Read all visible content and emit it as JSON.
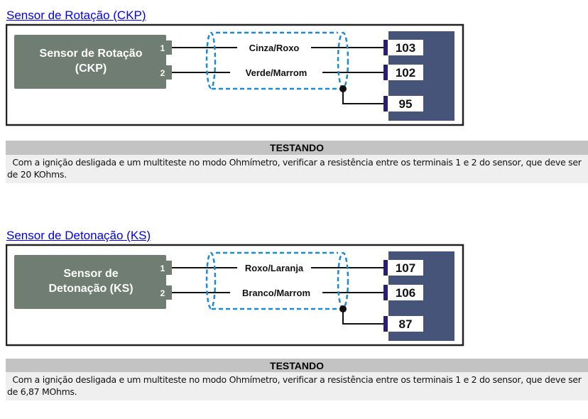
{
  "sections": [
    {
      "title": "Sensor de Rotação (CKP)",
      "sensor_lines": [
        "Sensor de Rotação",
        "(CKP)"
      ],
      "pins": [
        "1",
        "2"
      ],
      "wires": [
        "Cinza/Roxo",
        "Verde/Marrom"
      ],
      "terminals": [
        "103",
        "102",
        "95"
      ],
      "test_header": "TESTANDO",
      "test_text": "Com a ignição desligada e um multiteste no modo Ohmímetro, verificar a resistência entre os terminais 1 e 2 do sensor, que deve ser de 20 KOhms."
    },
    {
      "title": "Sensor de Detonação (KS)",
      "sensor_lines": [
        "Sensor de",
        "Detonação (KS)"
      ],
      "pins": [
        "1",
        "2"
      ],
      "wires": [
        "Roxo/Laranja",
        "Branco/Marrom"
      ],
      "terminals": [
        "107",
        "106",
        "87"
      ],
      "test_header": "TESTANDO",
      "test_text": "Com a ignição desligada e um multiteste no modo Ohmímetro, verificar a resistência entre os terminais 1 e 2 do sensor, que deve ser de 6,87 MOhms."
    }
  ],
  "colors": {
    "sensor": "#6f7d72",
    "connector": "#465479",
    "shield": "#1a8ad4",
    "link": "#0000ee"
  }
}
